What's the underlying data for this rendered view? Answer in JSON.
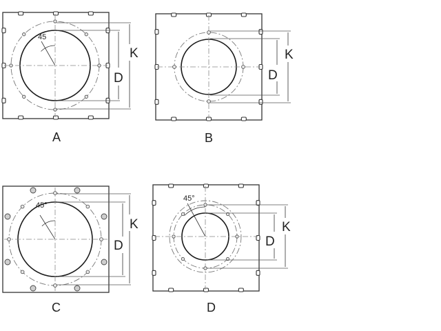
{
  "drawings": [
    {
      "id": "A",
      "caption": "A",
      "dim_d": "D",
      "dim_k": "K",
      "angle": "45",
      "holes": 8,
      "edge_holes": false
    },
    {
      "id": "B",
      "caption": "B",
      "dim_d": "D",
      "dim_k": "K",
      "angle": "",
      "holes": 4,
      "edge_holes": false
    },
    {
      "id": "C",
      "caption": "C",
      "dim_d": "D",
      "dim_k": "K",
      "angle": "45°",
      "holes": 8,
      "edge_holes": true
    },
    {
      "id": "D",
      "caption": "D",
      "dim_d": "D",
      "dim_k": "K",
      "angle": "45°",
      "holes": 8,
      "edge_holes": false
    }
  ]
}
